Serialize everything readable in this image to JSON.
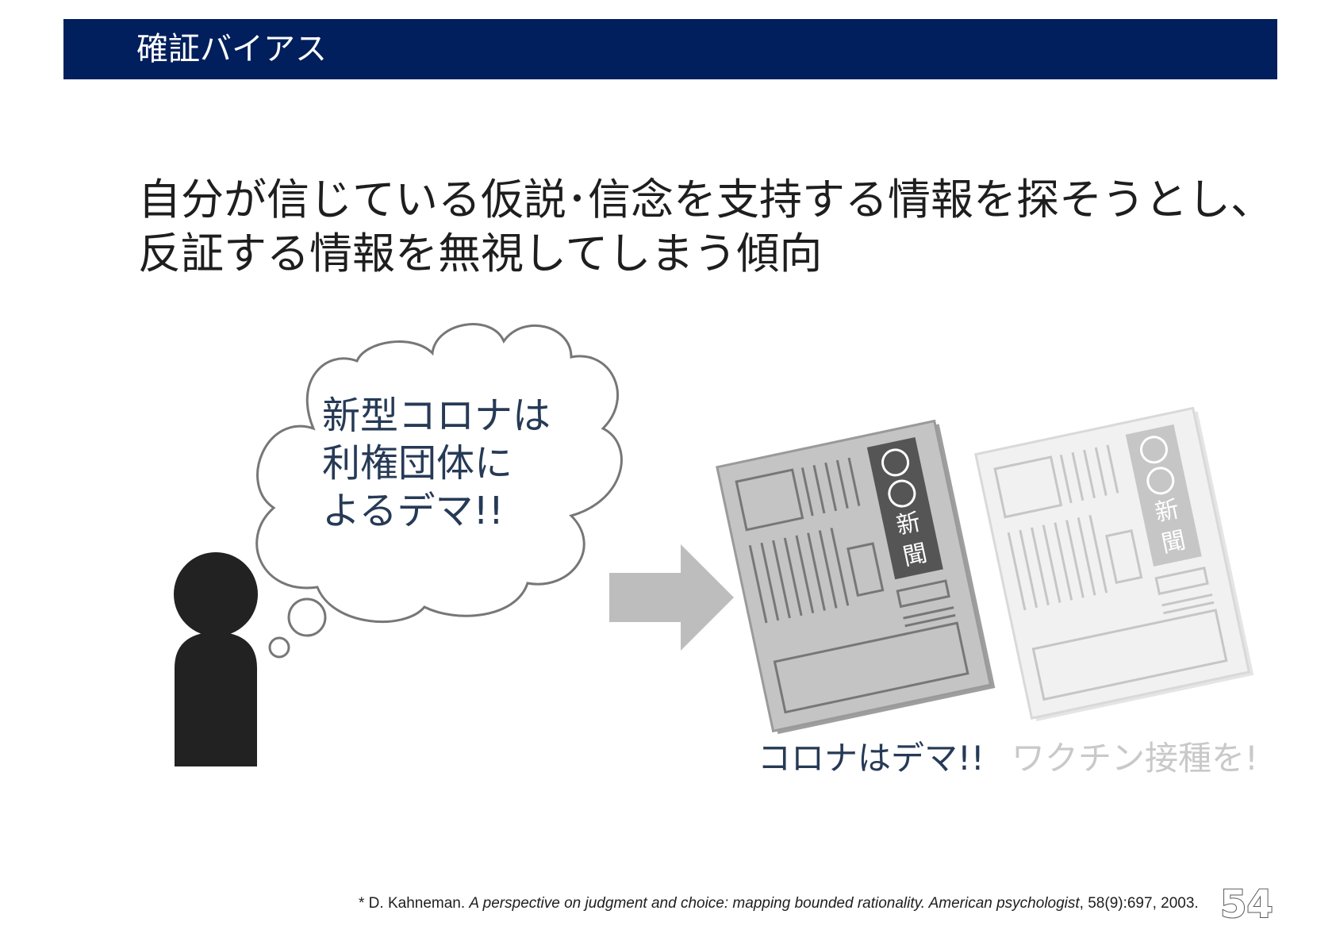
{
  "slide": {
    "title": "確証バイアス",
    "headline_line1": "自分が信じている仮説･信念を支持する情報を探そうとし、",
    "headline_line2": "反証する情報を無視してしまう傾向"
  },
  "thought_bubble": {
    "line1": "新型コロナは",
    "line2": "利権団体に",
    "line3": "よるデマ!!"
  },
  "newspapers": {
    "masthead_chars": [
      "○",
      "○",
      "新",
      "聞"
    ],
    "caption_supporting": "コロナはデマ!!",
    "caption_refuting": "ワクチン接種を!"
  },
  "footer": {
    "citation_prefix": "* D. Kahneman. ",
    "citation_title": "A perspective on judgment and choice: mapping bounded rationality. American psychologist",
    "citation_suffix": ", 58(9):697, 2003.",
    "page_number": "54"
  },
  "colors": {
    "title_bar": "#001f5c",
    "person": "#222222",
    "arrow": "#bdbdbd",
    "bubble_outline": "#777777",
    "text_dark_blue": "#263a56",
    "text_faded": "#c9c9c9"
  }
}
